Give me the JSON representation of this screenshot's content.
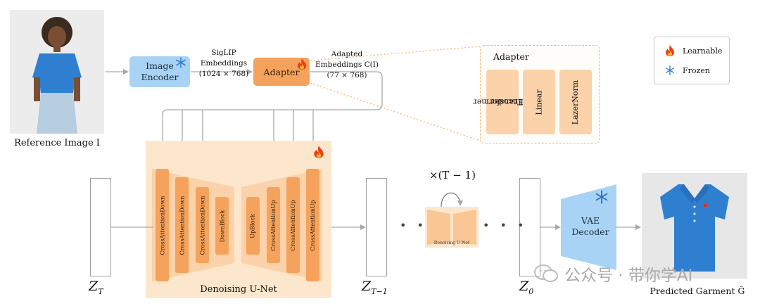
{
  "reference": {
    "caption": "Reference Image I"
  },
  "image_encoder": {
    "line1": "Image",
    "line2": "Encoder",
    "icon": "snowflake-icon"
  },
  "siglip": {
    "line1": "SigLIP",
    "line2": "Embeddings",
    "line3": "(1024 × 768)"
  },
  "adapter": {
    "label": "Adapter",
    "icon": "flame-icon"
  },
  "adapted": {
    "line1": "Adapted",
    "line2": "Embeddings C(I)",
    "line3": "(77 × 768)"
  },
  "adapter_detail": {
    "title": "Adapter",
    "blocks": [
      {
        "line1": "Transformer",
        "line2": "Encoder"
      },
      {
        "line1": "Linear",
        "line2": ""
      },
      {
        "line1": "LazerNorm",
        "line2": ""
      }
    ]
  },
  "legend": {
    "learnable": "Learnable",
    "frozen": "Frozen"
  },
  "unet": {
    "caption": "Denoising U-Net",
    "blocks": [
      "CrossAttentionDown",
      "CrossAttentionDown",
      "CrossAttentionDown",
      "DownBlock",
      "UpBlock",
      "CrossAttentionUp",
      "CrossAttentionUp",
      "CrossAttentionUp"
    ]
  },
  "latents": {
    "zT": "Z",
    "zT_sub": "T",
    "zT1": "Z",
    "zT1_sub": "T−1",
    "z0": "Z",
    "z0_sub": "0"
  },
  "repeat": {
    "label": "×(T − 1)",
    "mini_caption": "Denoising U-Net"
  },
  "vae": {
    "line1": "VAE",
    "line2": "Decoder"
  },
  "prediction": {
    "caption": "Predicted Garment Ĝ"
  },
  "watermark": {
    "text": "公众号 · 带你学AI"
  },
  "colors": {
    "blue_box": "#a9d3f5",
    "orange_box": "#f5a35c",
    "unet_bg": "#fde7cc",
    "arrow": "#a8a8a8",
    "dotted": "#f0b978"
  }
}
